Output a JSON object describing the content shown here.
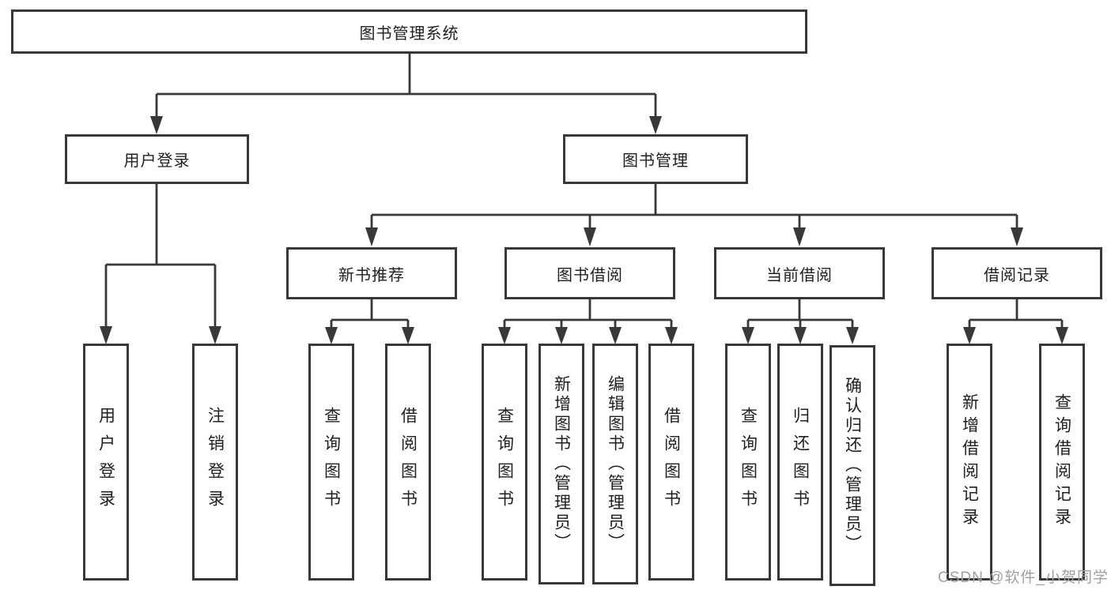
{
  "diagram": {
    "root": {
      "label": "图书管理系统"
    },
    "branches": [
      {
        "label": "用户登录",
        "leaves": [
          "用户登录",
          "注销登录"
        ]
      },
      {
        "label": "图书管理",
        "groups": [
          {
            "label": "新书推荐",
            "leaves": [
              "查询图书",
              "借阅图书"
            ]
          },
          {
            "label": "图书借阅",
            "leaves": [
              "查询图书",
              "新增图书（管理员）",
              "编辑图书（管理员）",
              "借阅图书"
            ]
          },
          {
            "label": "当前借阅",
            "leaves": [
              "查询图书",
              "归还图书",
              "确认归还（管理员）"
            ]
          },
          {
            "label": "借阅记录",
            "leaves": [
              "新增借阅记录",
              "查询借阅记录"
            ]
          }
        ]
      }
    ]
  },
  "watermark": "CSDN @软件_小贺同学",
  "colors": {
    "line": "#383838",
    "box_border": "#383838",
    "text": "#1f1f1f",
    "watermark": "#a0a0a0",
    "background": "#ffffff"
  }
}
